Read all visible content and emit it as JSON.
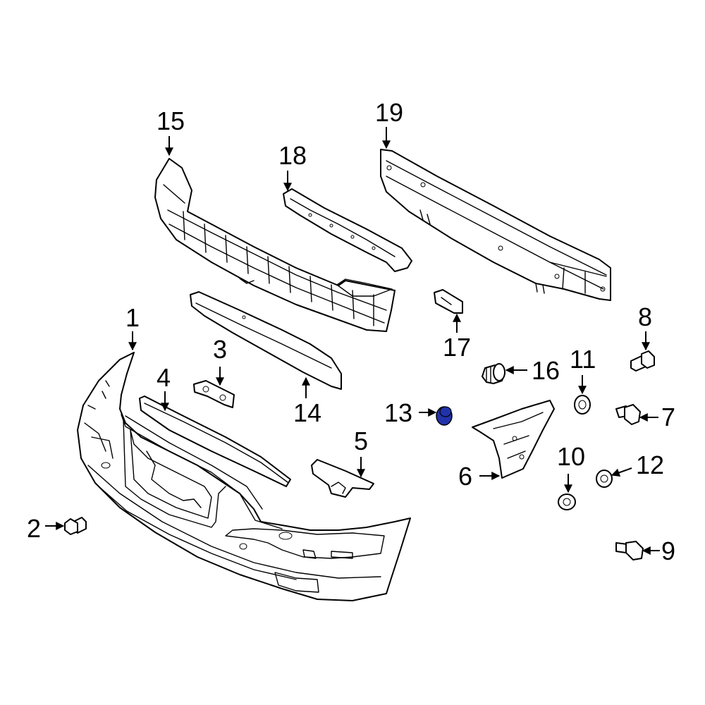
{
  "highlight_color": "#2233aa",
  "line_color": "#000000",
  "highlighted_part": "13",
  "callouts": {
    "c1": "1",
    "c2": "2",
    "c3": "3",
    "c4": "4",
    "c5": "5",
    "c6": "6",
    "c7": "7",
    "c8": "8",
    "c9": "9",
    "c10": "10",
    "c11": "11",
    "c12": "12",
    "c13": "13",
    "c14": "14",
    "c15": "15",
    "c16": "16",
    "c17": "17",
    "c18": "18",
    "c19": "19"
  }
}
